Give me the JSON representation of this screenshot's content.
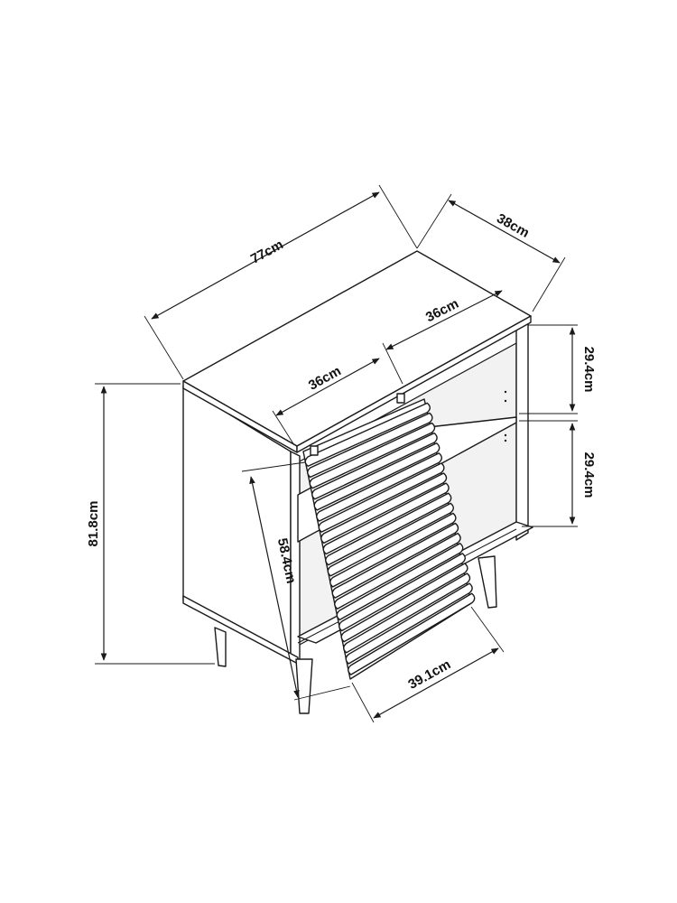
{
  "dimensions": {
    "width": "77cm",
    "depth": "38cm",
    "height": "81.8cm",
    "shelf_depth_upper": "36cm",
    "shelf_depth_lower": "36cm",
    "compartment_upper": "29.4cm",
    "compartment_lower": "29.4cm",
    "door_height": "58.4cm",
    "door_width": "39.1cm"
  },
  "colors": {
    "line": "#1a1a1a",
    "background": "#ffffff"
  }
}
